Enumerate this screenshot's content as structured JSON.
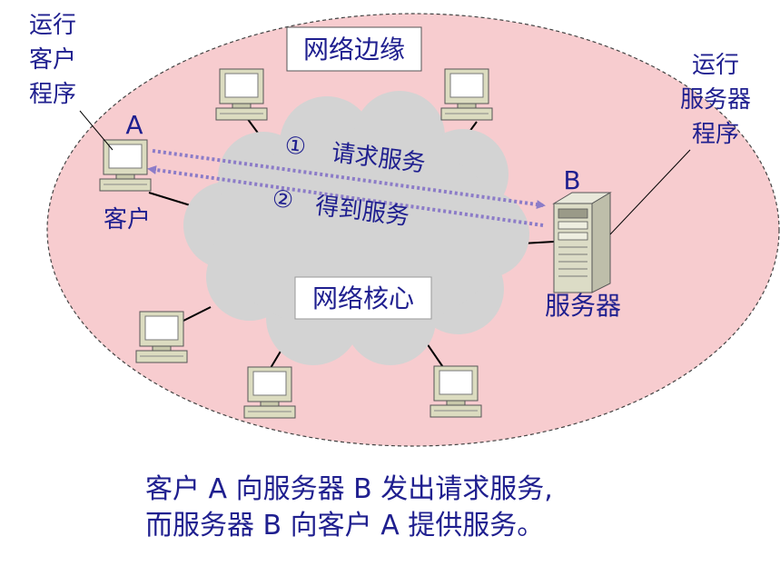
{
  "diagram": {
    "edge_label": "网络边缘",
    "core_label": "网络核心",
    "client": {
      "note_line1": "运行",
      "note_line2": "客户",
      "note_line3": "程序",
      "letter": "A",
      "caption": "客户"
    },
    "server": {
      "note_line1": "运行",
      "note_line2": "服务器",
      "note_line3": "程序",
      "letter": "B",
      "caption": "服务器"
    },
    "request": {
      "number": "①",
      "label": "请求服务"
    },
    "response": {
      "number": "②",
      "label": "得到服务"
    }
  },
  "caption": {
    "line1": "客户 A 向服务器 B 发出请求服务,",
    "line2": "而服务器 B 向客户 A 提供服务。"
  },
  "colors": {
    "edge_fill": "#F7CCCF",
    "cloud_fill": "#D3D3D3",
    "text_blue": "#1F1F8F",
    "arrow": "#8C7CC8"
  }
}
